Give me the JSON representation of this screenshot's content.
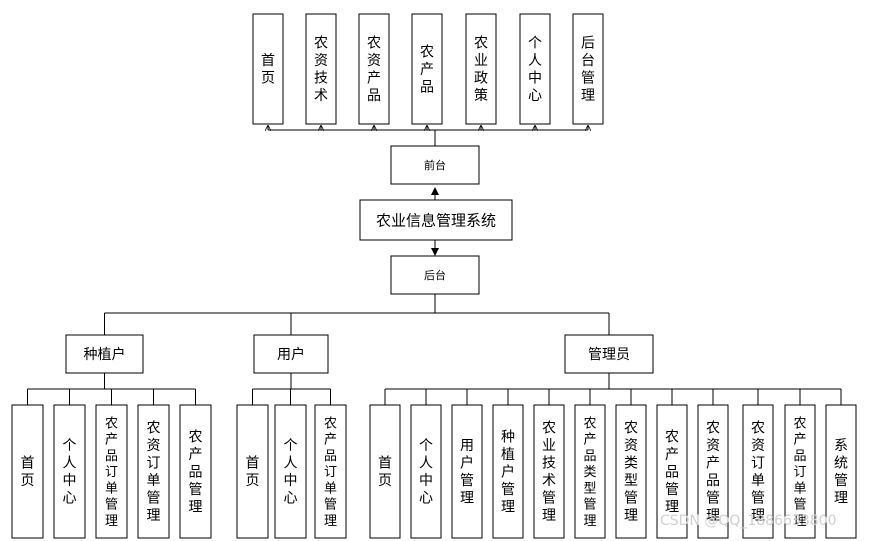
{
  "center": {
    "label": "农业信息管理系统"
  },
  "front": {
    "label": "前台",
    "items": [
      "首页",
      "农资技术",
      "农资产品",
      "农产品",
      "农业政策",
      "个人中心",
      "后台管理"
    ]
  },
  "back": {
    "label": "后台"
  },
  "roles": [
    {
      "label": "种植户",
      "items": [
        "首页",
        "个人中心",
        "农产品订单管理",
        "农资订单管理",
        "农产品管理"
      ]
    },
    {
      "label": "用户",
      "items": [
        "首页",
        "个人中心",
        "农产品订单管理"
      ]
    },
    {
      "label": "管理员",
      "items": [
        "首页",
        "个人中心",
        "用户管理",
        "种植户管理",
        "农业技术管理",
        "农产品类型管理",
        "农资类型管理",
        "农产品管理",
        "农资产品管理",
        "农资订单管理",
        "农产品订单管理",
        "系统管理"
      ]
    }
  ],
  "watermark": "CSDN @QQ_1886633800"
}
